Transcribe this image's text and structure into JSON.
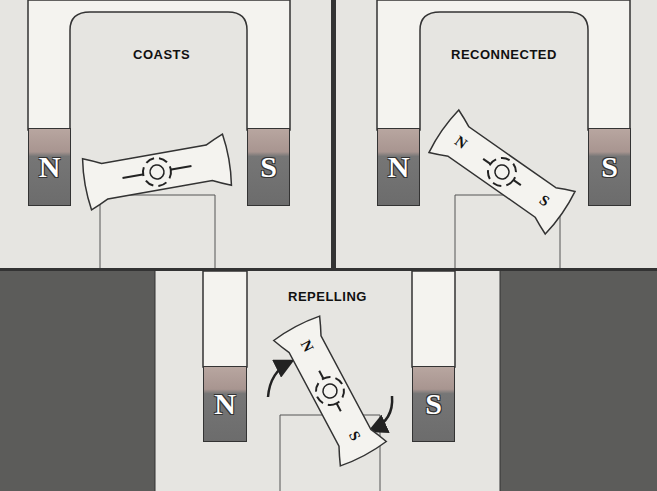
{
  "diagram": {
    "nodes": [
      {
        "text": [
          "COASTS"
        ]
      },
      {
        "text": [
          "N"
        ],
        "in": 0
      },
      {
        "text": [
          "S"
        ],
        "in": 0
      },
      {
        "text": [
          "RECONNECTED"
        ]
      },
      {
        "text": [
          "N"
        ],
        "in": 3
      },
      {
        "text": [
          "S"
        ],
        "in": 3
      },
      {
        "text": [
          "N",
          "S"
        ],
        "in": 3
      },
      {
        "text": [
          "REPELLING"
        ]
      },
      {
        "text": [
          "N"
        ],
        "in": 7
      },
      {
        "text": [
          "S"
        ],
        "in": 7
      },
      {
        "text": [
          "N",
          "S"
        ],
        "in": 7
      }
    ]
  }
}
